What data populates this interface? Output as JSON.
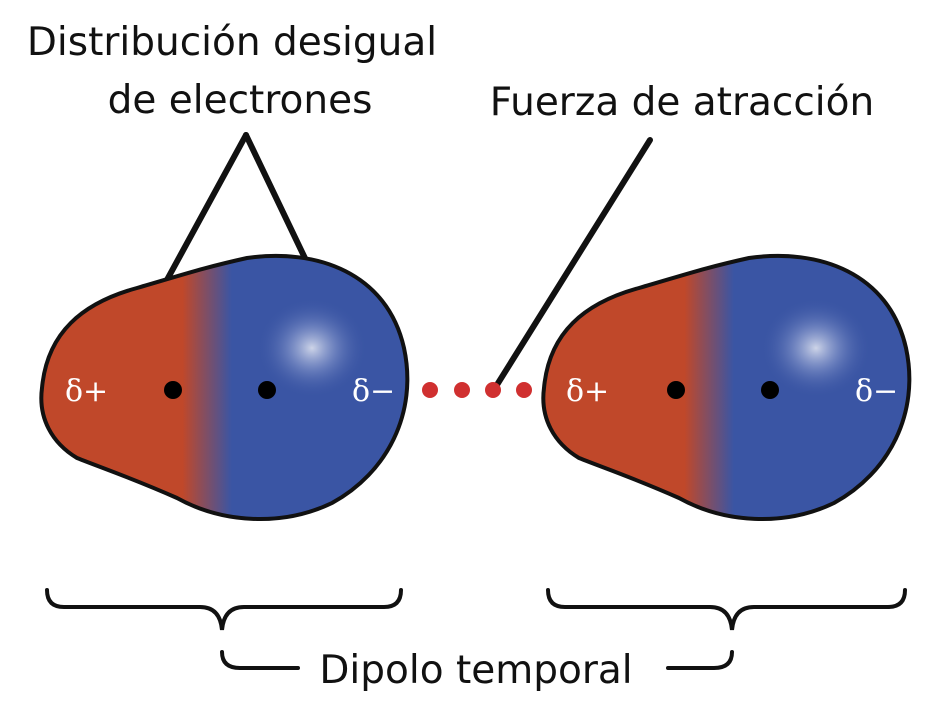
{
  "labels": {
    "uneven_distribution_line1": "Distribución desigual",
    "uneven_distribution_line2": "de electrones",
    "attraction_force": "Fuerza de atracción",
    "temporary_dipole": "Dipolo temporal"
  },
  "molecules": [
    {
      "positive_label": "δ+",
      "negative_label": "δ−"
    },
    {
      "positive_label": "δ+",
      "negative_label": "δ−"
    }
  ],
  "colors": {
    "positive_region": "#c0482a",
    "negative_region": "#3a55a4",
    "nucleus": "#000000",
    "attraction_dots": "#d03030",
    "outline": "#111111"
  }
}
